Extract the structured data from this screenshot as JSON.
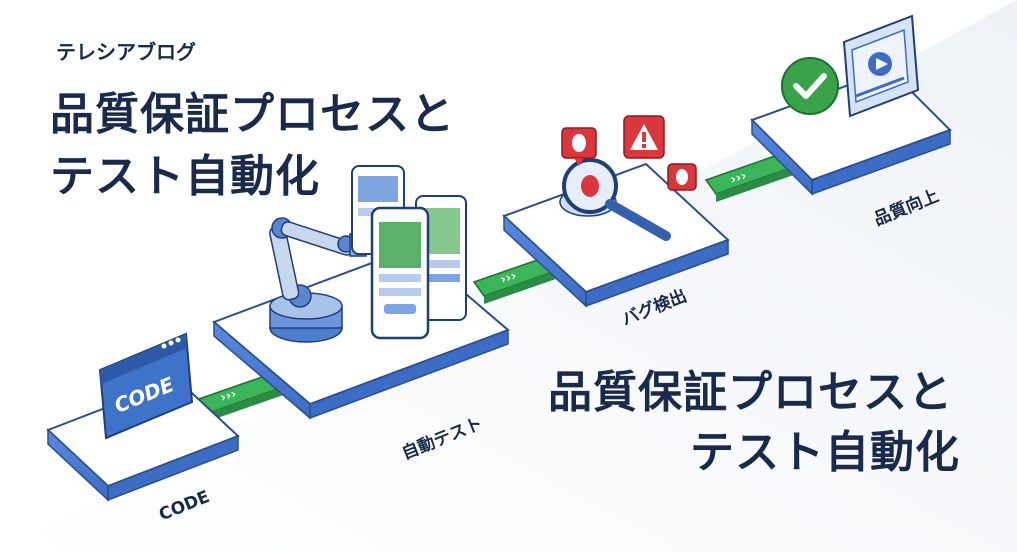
{
  "header": {
    "blog_name": "テレシアブログ",
    "title_line1": "品質保証プロセスと",
    "title_line2": "テスト自動化"
  },
  "subtitle": {
    "line1": "品質保証プロセスと",
    "line2": "テスト自動化"
  },
  "stages": [
    {
      "label": "CODE",
      "icon": "code-window-icon",
      "screen_text": "CODE"
    },
    {
      "label": "自動テスト",
      "icon": "robot-arm-icon"
    },
    {
      "label": "バグ検出",
      "icon": "magnifier-bug-icon"
    },
    {
      "label": "品質向上",
      "icon": "check-video-icon"
    }
  ],
  "colors": {
    "text": "#1a2a4a",
    "platform_blue": "#4d7fd1",
    "platform_top": "#ffffff",
    "arrow_green": "#3cb55a",
    "alert_red": "#d9363e",
    "check_green": "#3aa34a"
  }
}
